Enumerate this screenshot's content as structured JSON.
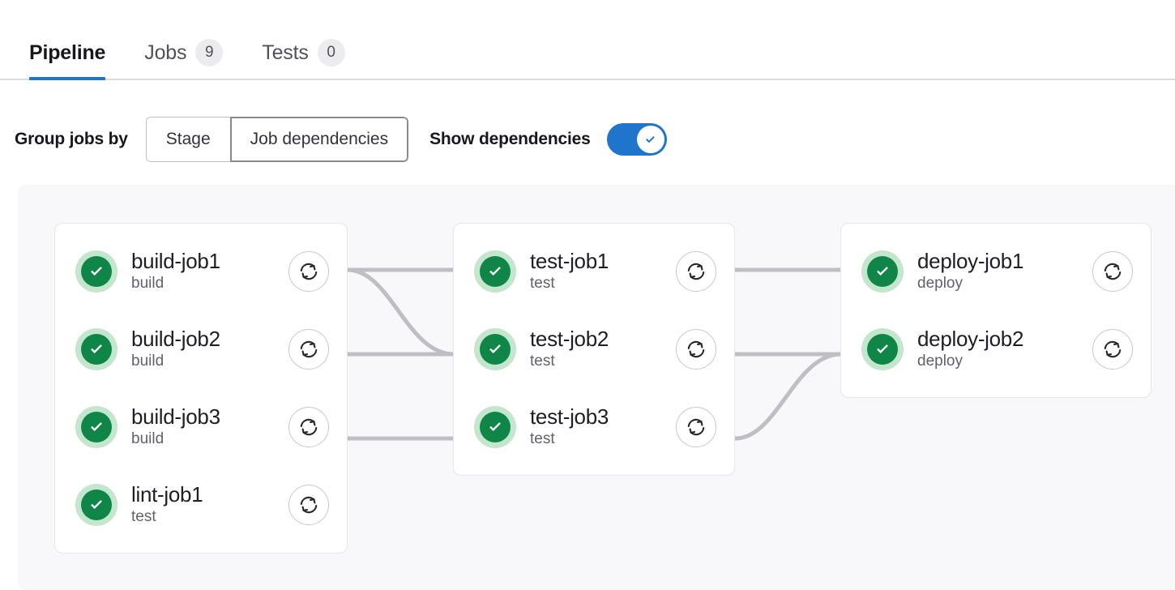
{
  "tabs": [
    {
      "label": "Pipeline",
      "badge": null,
      "active": true,
      "name": "tab-pipeline"
    },
    {
      "label": "Jobs",
      "badge": "9",
      "active": false,
      "name": "tab-jobs"
    },
    {
      "label": "Tests",
      "badge": "0",
      "active": false,
      "name": "tab-tests"
    }
  ],
  "controls": {
    "group_by_label": "Group jobs by",
    "segments": [
      {
        "label": "Stage",
        "selected": false
      },
      {
        "label": "Job dependencies",
        "selected": true
      }
    ],
    "show_dependencies_label": "Show dependencies",
    "show_dependencies_on": true
  },
  "colors": {
    "accent_blue": "#1f75cb",
    "status_green": "#108548",
    "status_green_halo": "#c3e6cd",
    "graph_bg": "#f8f8fa",
    "card_border": "#e6e6e8",
    "link_line": "#bfbfc3",
    "badge_bg": "#ececef",
    "text_primary": "#1f1e24",
    "text_secondary": "#626168"
  },
  "graph": {
    "columns": [
      {
        "name": "column-build",
        "jobs": [
          {
            "name": "build-job1",
            "stage": "build",
            "status": "success",
            "status_icon": "check-circle-icon",
            "retry_icon": "retry-icon"
          },
          {
            "name": "build-job2",
            "stage": "build",
            "status": "success",
            "status_icon": "check-circle-icon",
            "retry_icon": "retry-icon"
          },
          {
            "name": "build-job3",
            "stage": "build",
            "status": "success",
            "status_icon": "check-circle-icon",
            "retry_icon": "retry-icon"
          },
          {
            "name": "lint-job1",
            "stage": "test",
            "status": "success",
            "status_icon": "check-circle-icon",
            "retry_icon": "retry-icon"
          }
        ]
      },
      {
        "name": "column-test",
        "jobs": [
          {
            "name": "test-job1",
            "stage": "test",
            "status": "success",
            "status_icon": "check-circle-icon",
            "retry_icon": "retry-icon"
          },
          {
            "name": "test-job2",
            "stage": "test",
            "status": "success",
            "status_icon": "check-circle-icon",
            "retry_icon": "retry-icon"
          },
          {
            "name": "test-job3",
            "stage": "test",
            "status": "success",
            "status_icon": "check-circle-icon",
            "retry_icon": "retry-icon"
          }
        ]
      },
      {
        "name": "column-deploy",
        "jobs": [
          {
            "name": "deploy-job1",
            "stage": "deploy",
            "status": "success",
            "status_icon": "check-circle-icon",
            "retry_icon": "retry-icon"
          },
          {
            "name": "deploy-job2",
            "stage": "deploy",
            "status": "success",
            "status_icon": "check-circle-icon",
            "retry_icon": "retry-icon"
          }
        ]
      }
    ],
    "links": [
      {
        "from": "build-job1",
        "to": "test-job1",
        "shape": "straight"
      },
      {
        "from": "build-job1",
        "to": "test-job2",
        "shape": "curve-down"
      },
      {
        "from": "build-job2",
        "to": "test-job2",
        "shape": "straight"
      },
      {
        "from": "build-job3",
        "to": "test-job3",
        "shape": "straight"
      },
      {
        "from": "test-job1",
        "to": "deploy-job1",
        "shape": "straight"
      },
      {
        "from": "test-job2",
        "to": "deploy-job2",
        "shape": "straight"
      },
      {
        "from": "test-job3",
        "to": "deploy-job2",
        "shape": "curve-up"
      }
    ]
  }
}
